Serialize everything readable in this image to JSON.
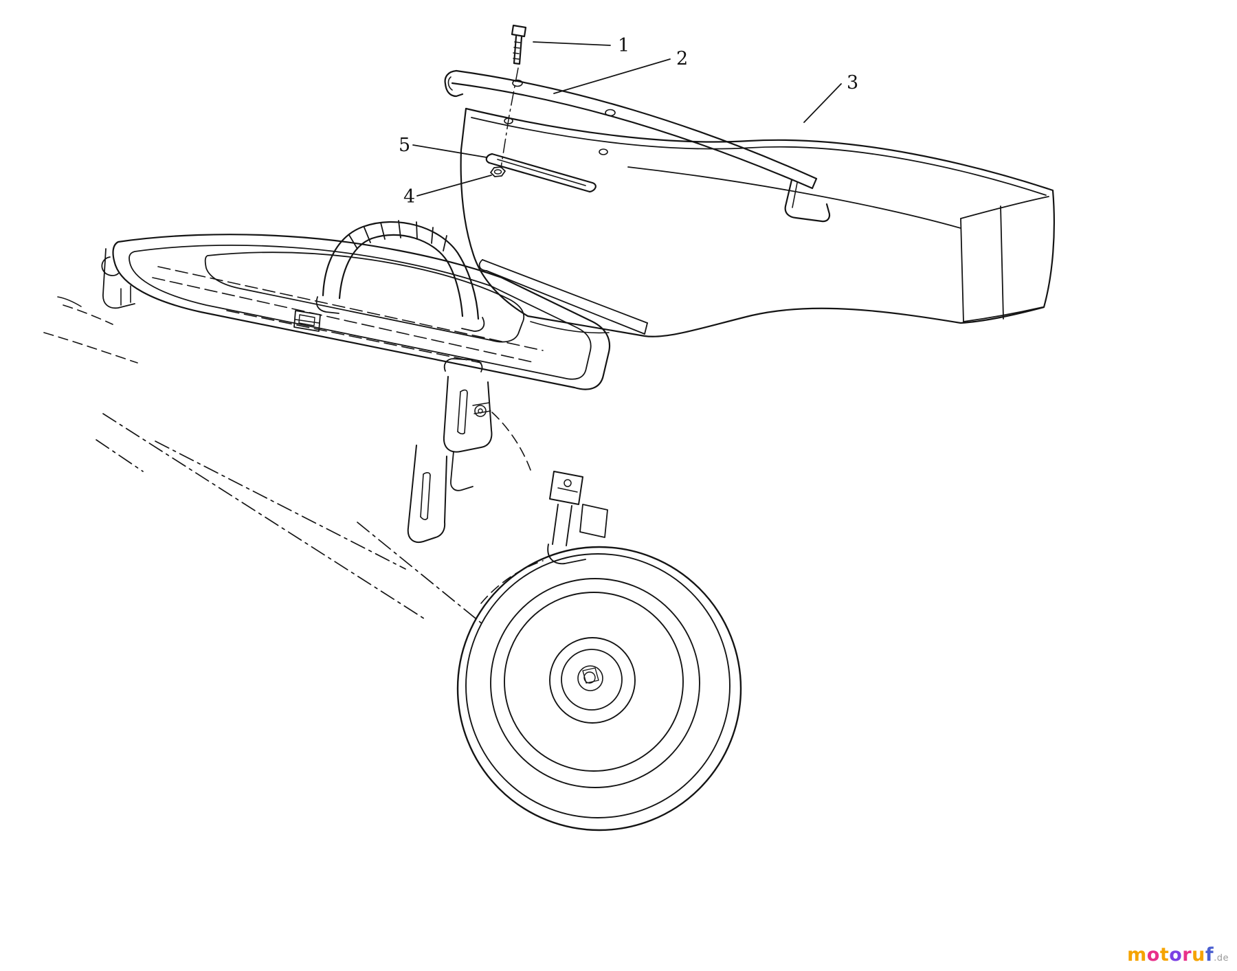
{
  "diagram": {
    "background": "#ffffff",
    "line_color": "#141414",
    "description": "exploded-parts-diagram-side-discharge-chute"
  },
  "callouts": [
    {
      "id": "callout-1",
      "label": "1"
    },
    {
      "id": "callout-2",
      "label": "2"
    },
    {
      "id": "callout-3",
      "label": "3"
    },
    {
      "id": "callout-5",
      "label": "5"
    },
    {
      "id": "callout-4",
      "label": "4"
    }
  ],
  "watermark": {
    "word": "motoruf",
    "suffix": ".de",
    "suffix_color": "#9a9a9a",
    "letters": [
      {
        "char": "m",
        "color": "#f5a300"
      },
      {
        "char": "o",
        "color": "#e8308a"
      },
      {
        "char": "t",
        "color": "#f5a300"
      },
      {
        "char": "o",
        "color": "#7b3fe4"
      },
      {
        "char": "r",
        "color": "#e8308a"
      },
      {
        "char": "u",
        "color": "#f5a300"
      },
      {
        "char": "f",
        "color": "#4a5fd0"
      }
    ]
  }
}
